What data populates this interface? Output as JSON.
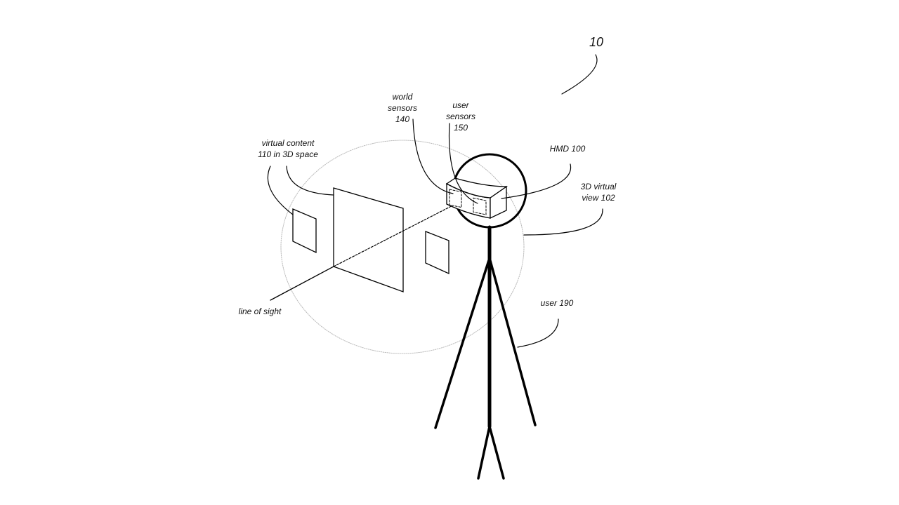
{
  "figure_number": "10",
  "labels": {
    "world_sensors": [
      "world",
      "sensors",
      "140"
    ],
    "user_sensors": [
      "user",
      "sensors",
      "150"
    ],
    "virtual_content": [
      "virtual content",
      "110 in 3D space"
    ],
    "hmd": "HMD 100",
    "virtual_view": [
      "3D virtual",
      "view 102"
    ],
    "user": "user 190",
    "line_of_sight": "line of sight"
  }
}
